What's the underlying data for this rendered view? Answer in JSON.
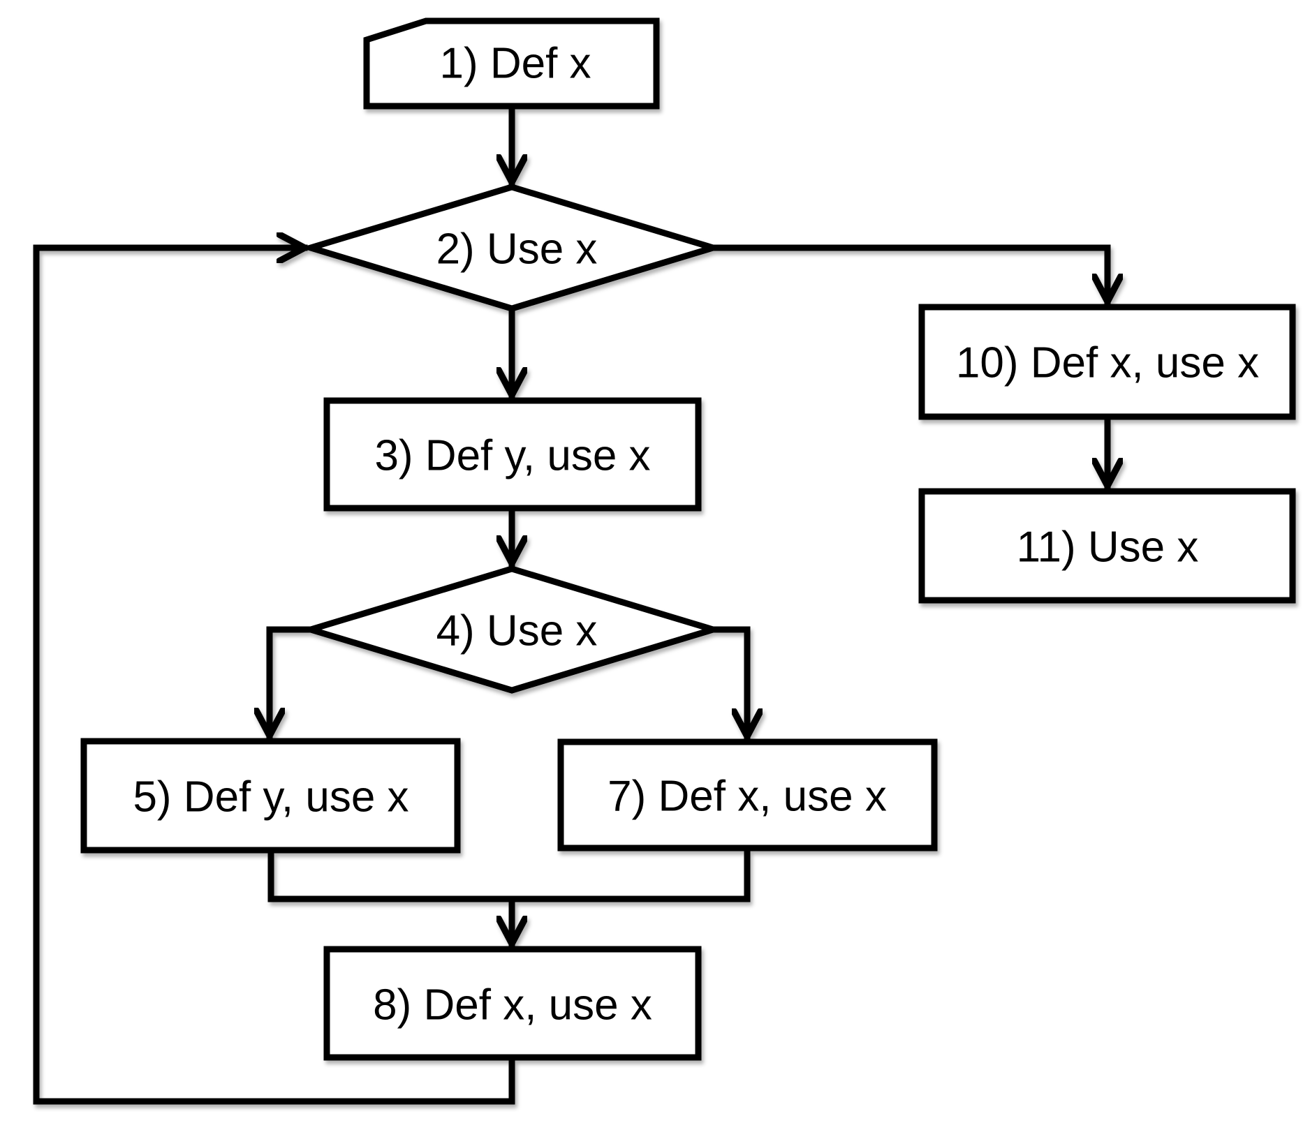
{
  "diagram": {
    "type": "flowchart",
    "colors": {
      "stroke": "#000000",
      "node_fill": "#ffffff",
      "background": "#ffffff"
    },
    "nodes": [
      {
        "id": "1",
        "shape": "card",
        "label": "1) Def x"
      },
      {
        "id": "2",
        "shape": "diamond",
        "label": "2) Use x"
      },
      {
        "id": "3",
        "shape": "rect",
        "label": "3) Def y, use x"
      },
      {
        "id": "4",
        "shape": "diamond",
        "label": "4) Use x"
      },
      {
        "id": "5",
        "shape": "rect",
        "label": "5) Def y, use x"
      },
      {
        "id": "7",
        "shape": "rect",
        "label": "7) Def x, use x"
      },
      {
        "id": "8",
        "shape": "rect",
        "label": "8) Def x, use x"
      },
      {
        "id": "10",
        "shape": "rect",
        "label": "10) Def x, use x"
      },
      {
        "id": "11",
        "shape": "rect",
        "label": "11) Use x"
      }
    ],
    "edges": [
      {
        "from": "1",
        "to": "2"
      },
      {
        "from": "2",
        "to": "3"
      },
      {
        "from": "2",
        "to": "10"
      },
      {
        "from": "3",
        "to": "4"
      },
      {
        "from": "4",
        "to": "5"
      },
      {
        "from": "4",
        "to": "7"
      },
      {
        "from": "5",
        "to": "8"
      },
      {
        "from": "7",
        "to": "8"
      },
      {
        "from": "8",
        "to": "2"
      },
      {
        "from": "10",
        "to": "11"
      }
    ]
  }
}
